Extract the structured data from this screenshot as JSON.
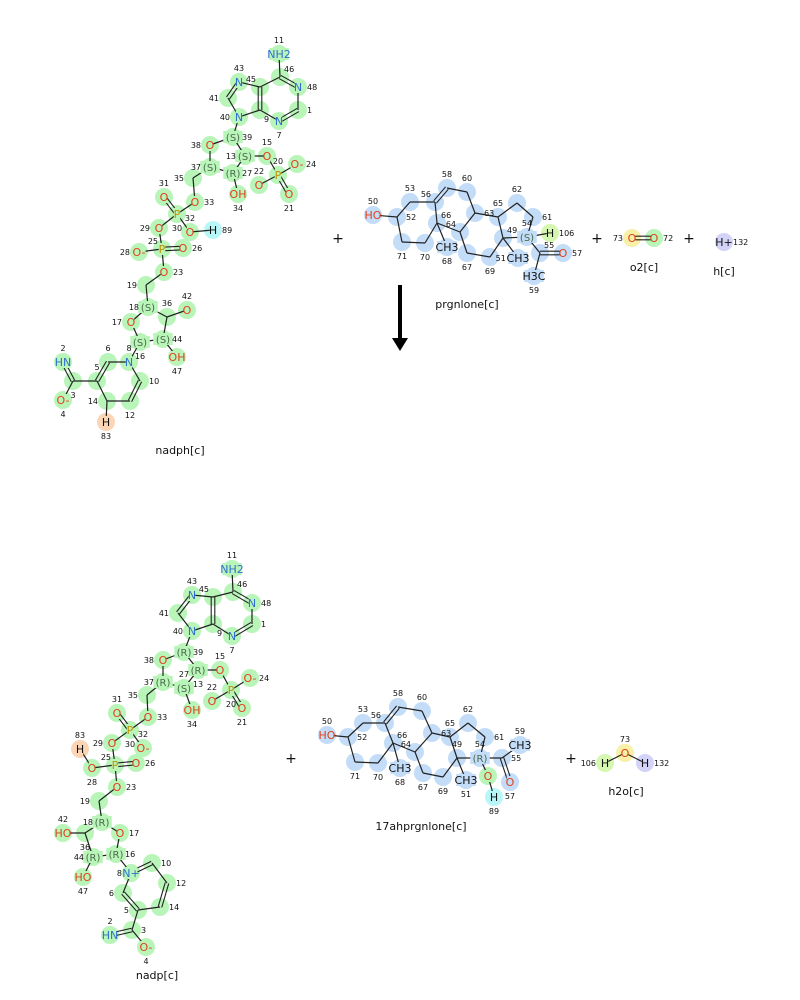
{
  "colors": {
    "g": "#b9f5b9",
    "b": "#c3dcf7",
    "o": "#fbd5b5",
    "c": "#b8f7f8",
    "l": "#d6f7b0",
    "y": "#f7f0a6",
    "v": "#d3d3f8",
    "N": "#2f6fd0",
    "O": "#e0401a",
    "P": "#c09000",
    "H": "#111111",
    "C": "#111111"
  },
  "reaction": {
    "operators": [
      "+",
      "+",
      "+",
      "+",
      "+"
    ],
    "arrow": "down-arrow"
  },
  "molecules": [
    {
      "id": "m1",
      "name": "nadph[c]",
      "atoms": [
        {
          "n": "11",
          "t": "NH2",
          "c": "g"
        },
        {
          "n": "46",
          "t": "",
          "c": "g"
        },
        {
          "n": "48",
          "t": "N",
          "c": "g"
        },
        {
          "n": "1",
          "t": "",
          "c": "g"
        },
        {
          "n": "7",
          "t": "N",
          "c": "g"
        },
        {
          "n": "9",
          "t": "",
          "c": "g"
        },
        {
          "n": "45",
          "t": "",
          "c": "g"
        },
        {
          "n": "43",
          "t": "N",
          "c": "g"
        },
        {
          "n": "41",
          "t": "",
          "c": "g"
        },
        {
          "n": "40",
          "t": "N",
          "c": "g"
        },
        {
          "n": "39",
          "t": "(S)",
          "c": "g"
        },
        {
          "n": "38",
          "t": "O",
          "c": "g"
        },
        {
          "n": "13",
          "t": "(S)",
          "c": "g"
        },
        {
          "n": "15",
          "t": "O",
          "c": "g"
        },
        {
          "n": "37",
          "t": "(S)",
          "c": "g"
        },
        {
          "n": "27",
          "t": "(R)",
          "c": "g"
        },
        {
          "n": "34",
          "t": "OH",
          "c": "g"
        },
        {
          "n": "20",
          "t": "P",
          "c": "g"
        },
        {
          "n": "24",
          "t": "O-",
          "c": "g"
        },
        {
          "n": "22",
          "t": "O",
          "c": "g"
        },
        {
          "n": "21",
          "t": "O",
          "c": "g"
        },
        {
          "n": "35",
          "t": "",
          "c": "g"
        },
        {
          "n": "33",
          "t": "O",
          "c": "g"
        },
        {
          "n": "31",
          "t": "O",
          "c": "g"
        },
        {
          "n": "30",
          "t": "P",
          "c": "g"
        },
        {
          "n": "29",
          "t": "O",
          "c": "g"
        },
        {
          "n": "32",
          "t": "O",
          "c": "g"
        },
        {
          "n": "89",
          "t": "H",
          "c": "c"
        },
        {
          "n": "25",
          "t": "P",
          "c": "g"
        },
        {
          "n": "28",
          "t": "O-",
          "c": "g"
        },
        {
          "n": "26",
          "t": "O",
          "c": "g"
        },
        {
          "n": "23",
          "t": "O",
          "c": "g"
        },
        {
          "n": "19",
          "t": "",
          "c": "g"
        },
        {
          "n": "18",
          "t": "(S)",
          "c": "g"
        },
        {
          "n": "42",
          "t": "O",
          "c": "g"
        },
        {
          "n": "36",
          "t": "",
          "c": "g"
        },
        {
          "n": "17",
          "t": "O",
          "c": "g"
        },
        {
          "n": "16",
          "t": "(S)",
          "c": "g"
        },
        {
          "n": "44",
          "t": "(S)",
          "c": "g"
        },
        {
          "n": "47",
          "t": "OH",
          "c": "g"
        },
        {
          "n": "8",
          "t": "N",
          "c": "g"
        },
        {
          "n": "6",
          "t": "",
          "c": "g"
        },
        {
          "n": "10",
          "t": "",
          "c": "g"
        },
        {
          "n": "5",
          "t": "",
          "c": "g"
        },
        {
          "n": "12",
          "t": "",
          "c": "g"
        },
        {
          "n": "14",
          "t": "",
          "c": "g"
        },
        {
          "n": "83",
          "t": "H",
          "c": "o"
        },
        {
          "n": "3",
          "t": "",
          "c": "g"
        },
        {
          "n": "2",
          "t": "HN",
          "c": "g"
        },
        {
          "n": "4",
          "t": "O-",
          "c": "g"
        }
      ]
    },
    {
      "id": "m2",
      "name": "prgnlone[c]",
      "atoms": [
        {
          "n": "50",
          "t": "HO",
          "c": "b"
        },
        {
          "n": "52",
          "t": "",
          "c": "b"
        },
        {
          "n": "53",
          "t": "",
          "c": "b"
        },
        {
          "n": "56",
          "t": "",
          "c": "b"
        },
        {
          "n": "58",
          "t": "",
          "c": "b"
        },
        {
          "n": "60",
          "t": "",
          "c": "b"
        },
        {
          "n": "63",
          "t": "",
          "c": "b"
        },
        {
          "n": "66",
          "t": "",
          "c": "b"
        },
        {
          "n": "64",
          "t": "",
          "c": "b"
        },
        {
          "n": "68",
          "t": "CH3",
          "c": "b"
        },
        {
          "n": "70",
          "t": "",
          "c": "b"
        },
        {
          "n": "71",
          "t": "",
          "c": "b"
        },
        {
          "n": "67",
          "t": "",
          "c": "b"
        },
        {
          "n": "69",
          "t": "",
          "c": "b"
        },
        {
          "n": "65",
          "t": "",
          "c": "b"
        },
        {
          "n": "62",
          "t": "",
          "c": "b"
        },
        {
          "n": "61",
          "t": "",
          "c": "b"
        },
        {
          "n": "54",
          "t": "(S)",
          "c": "b"
        },
        {
          "n": "106",
          "t": "H",
          "c": "l"
        },
        {
          "n": "49",
          "t": "",
          "c": "b"
        },
        {
          "n": "51",
          "t": "CH3",
          "c": "b"
        },
        {
          "n": "55",
          "t": "",
          "c": "b"
        },
        {
          "n": "57",
          "t": "O",
          "c": "b"
        },
        {
          "n": "59",
          "t": "H3C",
          "c": "b"
        }
      ]
    },
    {
      "id": "m3",
      "name": "o2[c]",
      "atoms": [
        {
          "n": "73",
          "t": "O",
          "c": "y"
        },
        {
          "n": "72",
          "t": "O",
          "c": "g"
        }
      ]
    },
    {
      "id": "m4",
      "name": "h[c]",
      "atoms": [
        {
          "n": "132",
          "t": "H+",
          "c": "v"
        }
      ]
    },
    {
      "id": "m5",
      "name": "nadp[c]",
      "atoms": [
        {
          "n": "11",
          "t": "NH2",
          "c": "g"
        },
        {
          "n": "46",
          "t": "",
          "c": "g"
        },
        {
          "n": "48",
          "t": "N",
          "c": "g"
        },
        {
          "n": "1",
          "t": "",
          "c": "g"
        },
        {
          "n": "7",
          "t": "N",
          "c": "g"
        },
        {
          "n": "9",
          "t": "",
          "c": "g"
        },
        {
          "n": "45",
          "t": "",
          "c": "g"
        },
        {
          "n": "43",
          "t": "N",
          "c": "g"
        },
        {
          "n": "41",
          "t": "",
          "c": "g"
        },
        {
          "n": "40",
          "t": "N",
          "c": "g"
        },
        {
          "n": "39",
          "t": "(R)",
          "c": "g"
        },
        {
          "n": "38",
          "t": "O",
          "c": "g"
        },
        {
          "n": "13",
          "t": "(R)",
          "c": "g"
        },
        {
          "n": "15",
          "t": "O",
          "c": "g"
        },
        {
          "n": "37",
          "t": "(R)",
          "c": "g"
        },
        {
          "n": "27",
          "t": "(S)",
          "c": "g"
        },
        {
          "n": "34",
          "t": "OH",
          "c": "g"
        },
        {
          "n": "20",
          "t": "P",
          "c": "g"
        },
        {
          "n": "24",
          "t": "O-",
          "c": "g"
        },
        {
          "n": "22",
          "t": "O",
          "c": "g"
        },
        {
          "n": "21",
          "t": "O",
          "c": "g"
        },
        {
          "n": "35",
          "t": "",
          "c": "g"
        },
        {
          "n": "33",
          "t": "O",
          "c": "g"
        },
        {
          "n": "31",
          "t": "O",
          "c": "g"
        },
        {
          "n": "30",
          "t": "P",
          "c": "g"
        },
        {
          "n": "29",
          "t": "O",
          "c": "g"
        },
        {
          "n": "32",
          "t": "O-",
          "c": "g"
        },
        {
          "n": "25",
          "t": "P",
          "c": "g"
        },
        {
          "n": "26",
          "t": "O",
          "c": "g"
        },
        {
          "n": "28",
          "t": "O",
          "c": "g"
        },
        {
          "n": "83",
          "t": "H",
          "c": "o"
        },
        {
          "n": "23",
          "t": "O",
          "c": "g"
        },
        {
          "n": "19",
          "t": "",
          "c": "g"
        },
        {
          "n": "18",
          "t": "(R)",
          "c": "g"
        },
        {
          "n": "17",
          "t": "O",
          "c": "g"
        },
        {
          "n": "36",
          "t": "",
          "c": "g"
        },
        {
          "n": "42",
          "t": "HO",
          "c": "g"
        },
        {
          "n": "44",
          "t": "(R)",
          "c": "g"
        },
        {
          "n": "16",
          "t": "(R)",
          "c": "g"
        },
        {
          "n": "47",
          "t": "HO",
          "c": "g"
        },
        {
          "n": "8",
          "t": "N+",
          "c": "g"
        },
        {
          "n": "10",
          "t": "",
          "c": "g"
        },
        {
          "n": "12",
          "t": "",
          "c": "g"
        },
        {
          "n": "14",
          "t": "",
          "c": "g"
        },
        {
          "n": "5",
          "t": "",
          "c": "g"
        },
        {
          "n": "6",
          "t": "",
          "c": "g"
        },
        {
          "n": "3",
          "t": "",
          "c": "g"
        },
        {
          "n": "2",
          "t": "HN",
          "c": "g"
        },
        {
          "n": "4",
          "t": "O-",
          "c": "g"
        }
      ]
    },
    {
      "id": "m6",
      "name": "17ahprgnlone[c]",
      "atoms": [
        {
          "n": "50",
          "t": "HO",
          "c": "b"
        },
        {
          "n": "52",
          "t": "",
          "c": "b"
        },
        {
          "n": "53",
          "t": "",
          "c": "b"
        },
        {
          "n": "56",
          "t": "",
          "c": "b"
        },
        {
          "n": "58",
          "t": "",
          "c": "b"
        },
        {
          "n": "60",
          "t": "",
          "c": "b"
        },
        {
          "n": "63",
          "t": "",
          "c": "b"
        },
        {
          "n": "66",
          "t": "",
          "c": "b"
        },
        {
          "n": "64",
          "t": "",
          "c": "b"
        },
        {
          "n": "68",
          "t": "CH3",
          "c": "b"
        },
        {
          "n": "70",
          "t": "",
          "c": "b"
        },
        {
          "n": "71",
          "t": "",
          "c": "b"
        },
        {
          "n": "67",
          "t": "",
          "c": "b"
        },
        {
          "n": "69",
          "t": "",
          "c": "b"
        },
        {
          "n": "65",
          "t": "",
          "c": "b"
        },
        {
          "n": "62",
          "t": "",
          "c": "b"
        },
        {
          "n": "61",
          "t": "",
          "c": "b"
        },
        {
          "n": "54",
          "t": "(R)",
          "c": "b"
        },
        {
          "n": "49",
          "t": "",
          "c": "b"
        },
        {
          "n": "51",
          "t": "CH3",
          "c": "b"
        },
        {
          "n": "",
          "t": "O",
          "c": "g"
        },
        {
          "n": "89",
          "t": "H",
          "c": "c"
        },
        {
          "n": "55",
          "t": "",
          "c": "b"
        },
        {
          "n": "59",
          "t": "CH3",
          "c": "b"
        },
        {
          "n": "57",
          "t": "O",
          "c": "b"
        }
      ]
    },
    {
      "id": "m7",
      "name": "h2o[c]",
      "atoms": [
        {
          "n": "106",
          "t": "H",
          "c": "l"
        },
        {
          "n": "73",
          "t": "O",
          "c": "y"
        },
        {
          "n": "132",
          "t": "H",
          "c": "v"
        }
      ]
    }
  ]
}
